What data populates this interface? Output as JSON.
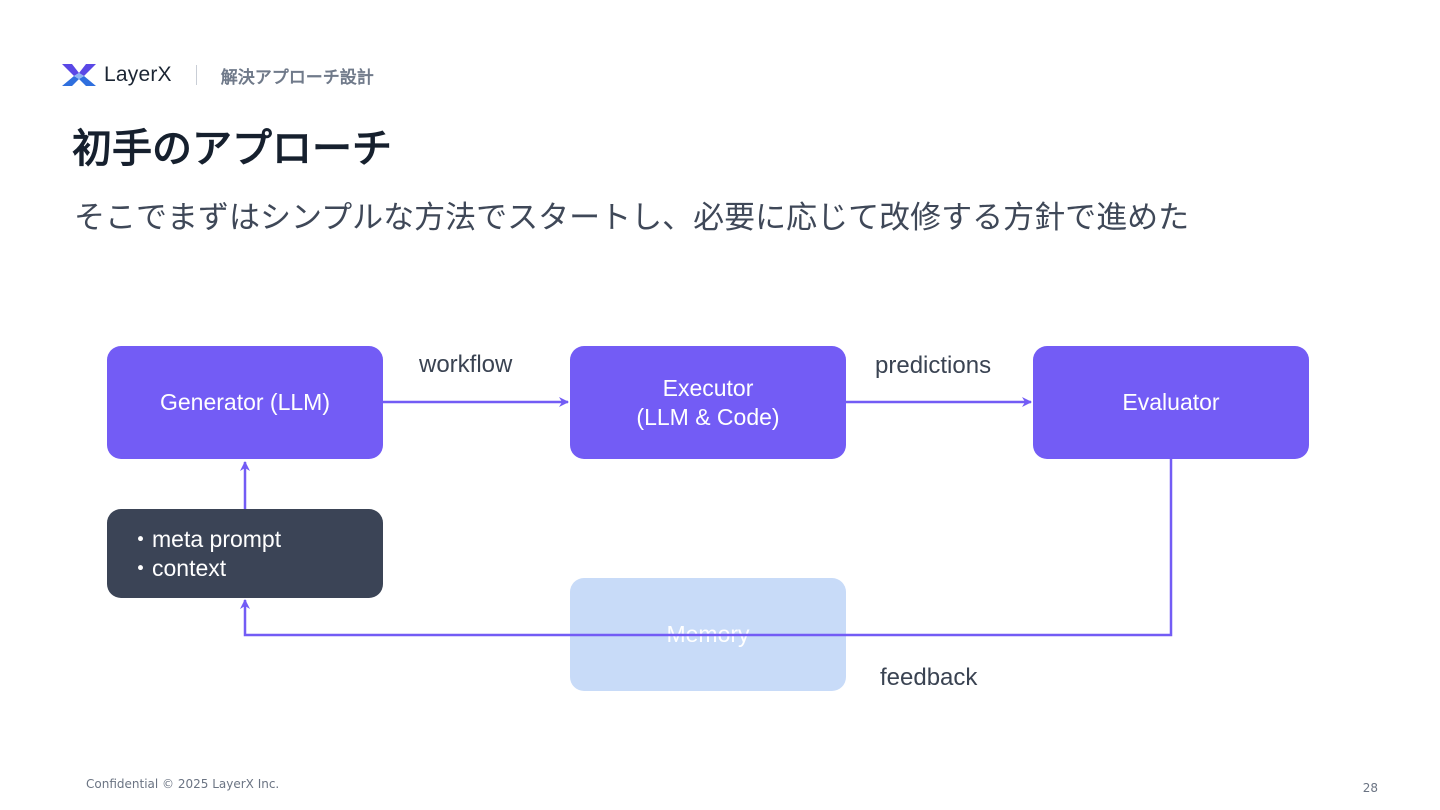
{
  "header": {
    "brand_name": "LayerX",
    "section": "解決アプローチ設計"
  },
  "title": "初手のアプローチ",
  "subtitle": "そこでまずはシンプルな方法でスタートし、必要に応じて改修する方針で進めた",
  "diagram": {
    "nodes": {
      "generator": {
        "label": "Generator (LLM)"
      },
      "executor": {
        "line1": "Executor",
        "line2": "(LLM & Code)"
      },
      "evaluator": {
        "label": "Evaluator"
      },
      "inputs": {
        "item1": "・meta prompt",
        "item2": "・context"
      },
      "memory": {
        "label": "Memory"
      }
    },
    "edges": {
      "workflow": "workflow",
      "predictions": "predictions",
      "feedback": "feedback"
    }
  },
  "footer": {
    "confidential": "Confidential © 2025 LayerX Inc.",
    "page_number": "28"
  },
  "colors": {
    "node_purple": "#735cf5",
    "node_dark": "#3b4456",
    "node_memory": "#c8dbf8",
    "arrow": "#735cf5",
    "title": "#16202e"
  },
  "icons": {
    "brand_logo": "layerx-logo-icon"
  }
}
